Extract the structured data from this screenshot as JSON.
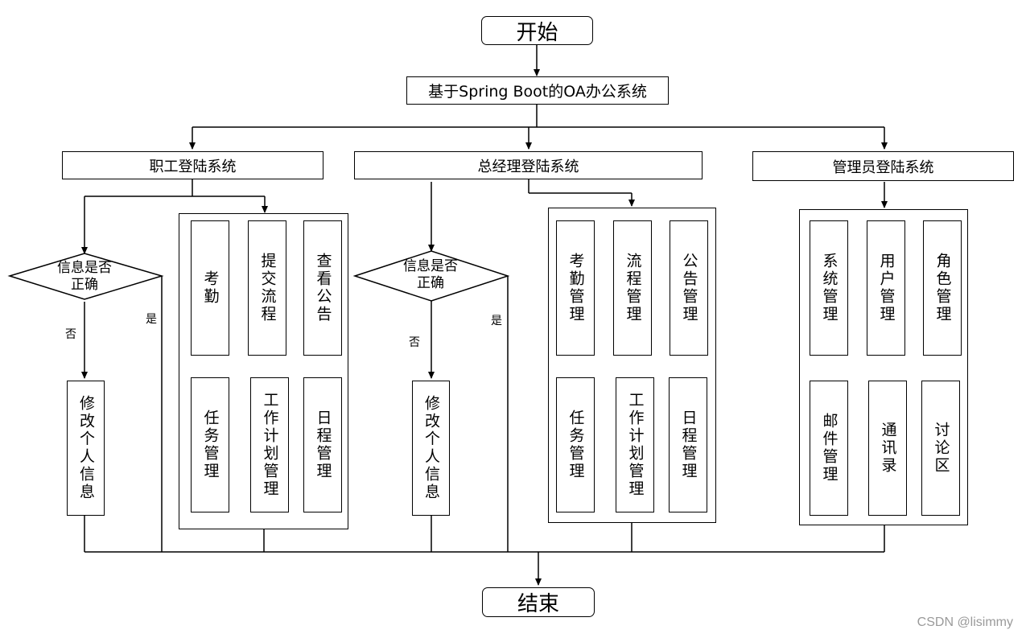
{
  "start": "开始",
  "end": "结束",
  "system": "基于Spring Boot的OA办公系统",
  "branches": {
    "employee": {
      "title": "职工登陆系统",
      "decision": "信息是否正确",
      "no_label": "否",
      "yes_label": "是",
      "edit": "修改个人信息",
      "modules": [
        "考勤",
        "提交流程",
        "查看公告",
        "任务管理",
        "工作计划管理",
        "日程管理"
      ]
    },
    "manager": {
      "title": "总经理登陆系统",
      "decision": "信息是否正确",
      "no_label": "否",
      "yes_label": "是",
      "edit": "修改个人信息",
      "modules": [
        "考勤管理",
        "流程管理",
        "公告管理",
        "任务管理",
        "工作计划管理",
        "日程管理"
      ]
    },
    "admin": {
      "title": "管理员登陆系统",
      "modules": [
        "系统管理",
        "用户管理",
        "角色管理",
        "邮件管理",
        "通讯录",
        "讨论区"
      ]
    }
  },
  "watermark": "CSDN @lisimmy"
}
